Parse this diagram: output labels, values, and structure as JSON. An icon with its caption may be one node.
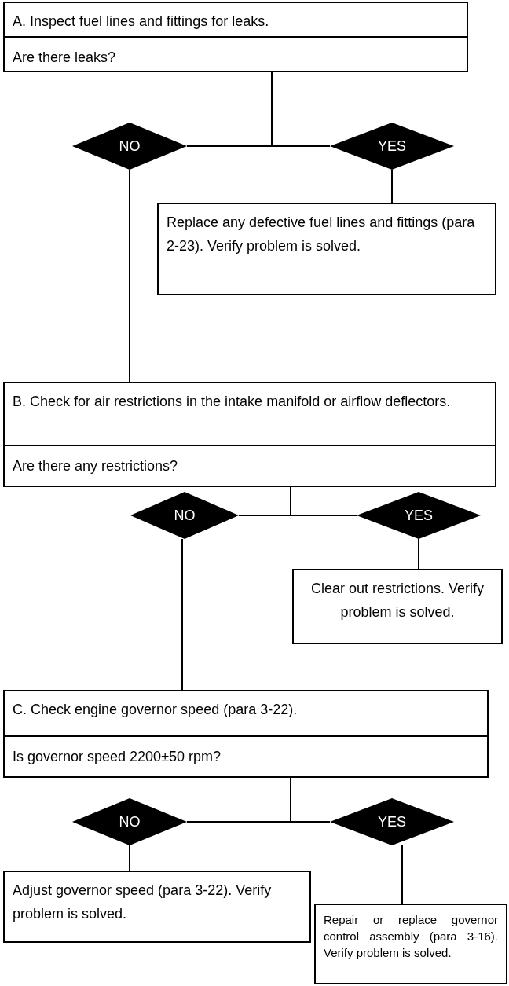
{
  "diagram": {
    "nodes": [
      {
        "text": [
          "A.  Inspect fuel lines and fittings for leaks.",
          "Are there leaks?"
        ]
      },
      {
        "text": [
          "NO"
        ]
      },
      {
        "text": [
          "YES"
        ]
      },
      {
        "text": [
          "Replace any defective fuel lines and fittings (para 2-23).  Verify problem is solved."
        ]
      },
      {
        "text": [
          "B.  Check for air restrictions in the intake manifold or airflow deflectors.",
          "Are there any restrictions?"
        ]
      },
      {
        "text": [
          "NO"
        ]
      },
      {
        "text": [
          "YES"
        ]
      },
      {
        "text": [
          "Clear out restrictions. Verify problem is solved."
        ]
      },
      {
        "text": [
          "C.  Check engine governor speed (para 3-22).",
          "Is governor speed 2200±50 rpm?"
        ]
      },
      {
        "text": [
          "NO"
        ]
      },
      {
        "text": [
          "YES"
        ]
      },
      {
        "text": [
          "Adjust governor speed (para 3-22). Verify problem is solved."
        ]
      },
      {
        "text": [
          "Repair or replace governor control assembly (para 3-16).  Verify problem is solved."
        ]
      }
    ],
    "edges": [
      {
        "from": 0,
        "to": 1,
        "arrow": "none"
      },
      {
        "from": 0,
        "to": 2,
        "arrow": "none"
      },
      {
        "from": 2,
        "to": 3,
        "arrow": "none"
      },
      {
        "from": 1,
        "to": 4,
        "arrow": "none"
      },
      {
        "from": 4,
        "to": 5,
        "arrow": "none"
      },
      {
        "from": 4,
        "to": 6,
        "arrow": "none"
      },
      {
        "from": 6,
        "to": 7,
        "arrow": "none"
      },
      {
        "from": 5,
        "to": 8,
        "arrow": "none"
      },
      {
        "from": 8,
        "to": 9,
        "arrow": "none"
      },
      {
        "from": 8,
        "to": 10,
        "arrow": "none"
      },
      {
        "from": 9,
        "to": 11,
        "arrow": "none"
      },
      {
        "from": 10,
        "to": 12,
        "arrow": "none"
      }
    ]
  }
}
